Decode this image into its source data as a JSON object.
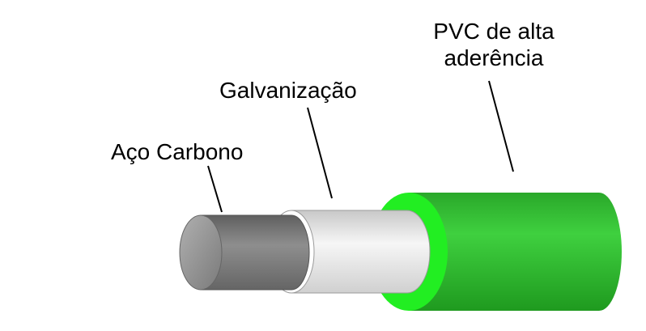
{
  "labels": {
    "pvc_line1": "PVC de alta",
    "pvc_line2": "aderência",
    "galvanizacao": "Galvanização",
    "aco_carbono": "Aço Carbono"
  },
  "colors": {
    "pvc_face": "#22ee22",
    "pvc_body_light": "#3ccc3c",
    "pvc_body_dark": "#1e9e1e",
    "galv_body": "#e8e8e8",
    "steel_body": "#808080",
    "steel_face": "#9a9a9a",
    "leader_line": "#000000"
  }
}
